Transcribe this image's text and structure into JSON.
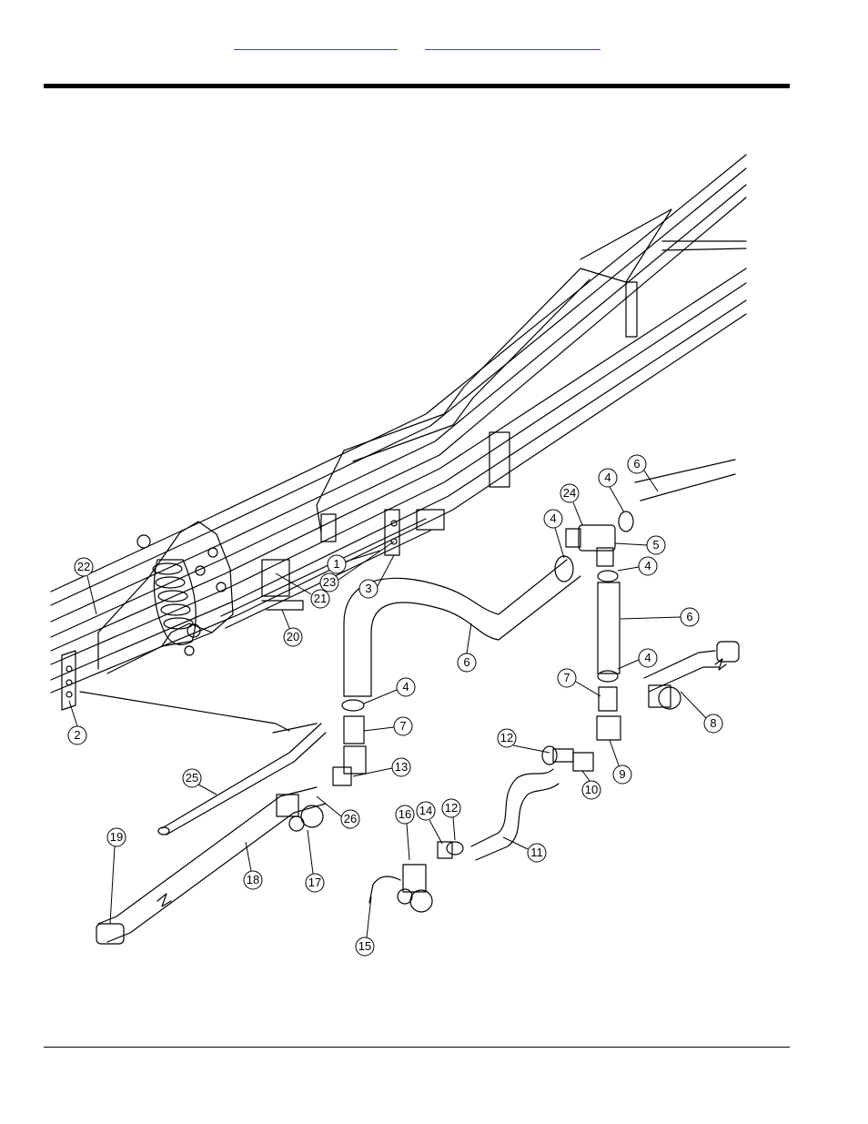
{
  "header": {
    "link_left": "",
    "link_right": ""
  },
  "callouts": [
    {
      "num": "1"
    },
    {
      "num": "2"
    },
    {
      "num": "3"
    },
    {
      "num": "4"
    },
    {
      "num": "4"
    },
    {
      "num": "4"
    },
    {
      "num": "4"
    },
    {
      "num": "4"
    },
    {
      "num": "5"
    },
    {
      "num": "6"
    },
    {
      "num": "6"
    },
    {
      "num": "6"
    },
    {
      "num": "7"
    },
    {
      "num": "7"
    },
    {
      "num": "8"
    },
    {
      "num": "9"
    },
    {
      "num": "10"
    },
    {
      "num": "11"
    },
    {
      "num": "12"
    },
    {
      "num": "12"
    },
    {
      "num": "13"
    },
    {
      "num": "14"
    },
    {
      "num": "15"
    },
    {
      "num": "16"
    },
    {
      "num": "17"
    },
    {
      "num": "18"
    },
    {
      "num": "19"
    },
    {
      "num": "20"
    },
    {
      "num": "21"
    },
    {
      "num": "22"
    },
    {
      "num": "23"
    },
    {
      "num": "24"
    },
    {
      "num": "25"
    },
    {
      "num": "26"
    }
  ]
}
